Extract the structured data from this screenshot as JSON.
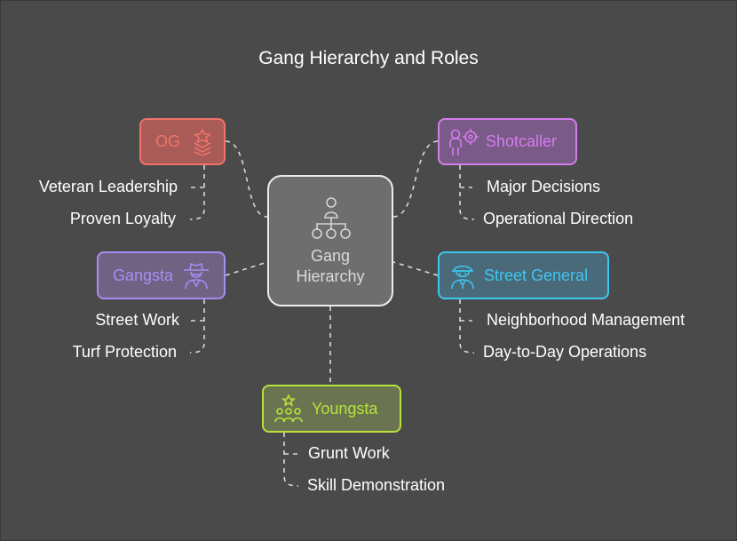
{
  "title": "Gang Hierarchy and Roles",
  "center": {
    "label_line1": "Gang",
    "label_line2": "Hierarchy",
    "icon": "hierarchy-icon"
  },
  "nodes": {
    "og": {
      "label": "OG",
      "icon": "rank-chevrons-icon",
      "color": "#f0736b",
      "fill": "#a85b57",
      "items": [
        "Veteran Leadership",
        "Proven Loyalty"
      ]
    },
    "shotcaller": {
      "label": "Shotcaller",
      "icon": "person-target-icon",
      "color": "#d47cf0",
      "fill": "#7a5a86",
      "items": [
        "Major Decisions",
        "Operational Direction"
      ]
    },
    "gangsta": {
      "label": "Gangsta",
      "icon": "gangster-hat-icon",
      "color": "#a98cf2",
      "fill": "#6e6383",
      "items": [
        "Street Work",
        "Turf Protection"
      ]
    },
    "street_general": {
      "label": "Street General",
      "icon": "soldier-icon",
      "color": "#3ec7f0",
      "fill": "#4a6a79",
      "items": [
        "Neighborhood Management",
        "Day-to-Day Operations"
      ]
    },
    "youngsta": {
      "label": "Youngsta",
      "icon": "group-star-icon",
      "color": "#b7e23a",
      "fill": "#6a7450",
      "items": [
        "Grunt Work",
        "Skill Demonstration"
      ]
    }
  }
}
